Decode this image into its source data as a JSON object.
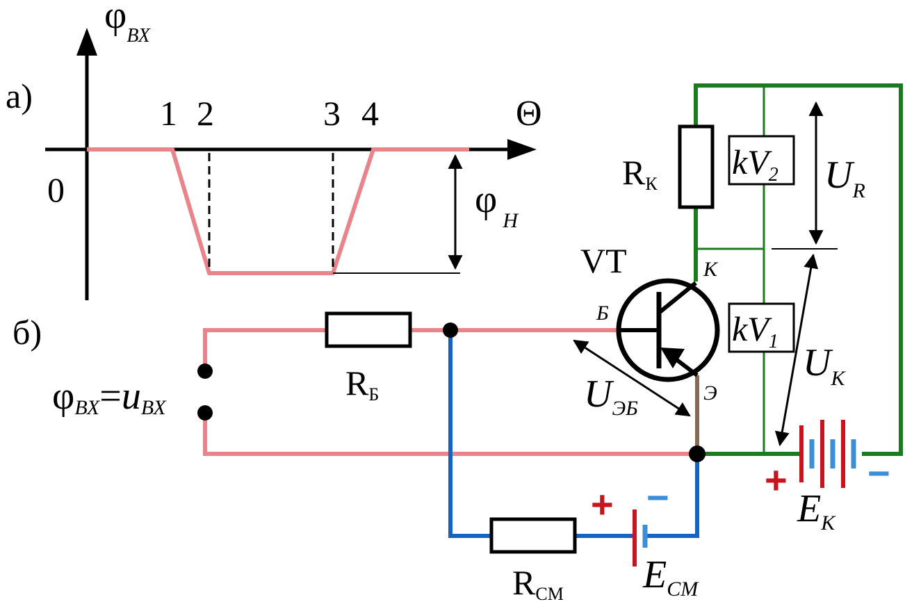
{
  "labels": {
    "part_a": "а)",
    "part_b": "б)",
    "phi_axis": "φ",
    "phi_axis_sub": "ВХ",
    "theta": "Θ",
    "origin": "0",
    "t1": "1",
    "t2": "2",
    "t3": "3",
    "t4": "4",
    "phi_n": "φ",
    "phi_n_sub": "Н",
    "rk": "R",
    "rk_sub": "К",
    "kv2": "kV",
    "kv2_sub": "2",
    "kv1": "kV",
    "kv1_sub": "1",
    "ur": "U",
    "ur_sub": "R",
    "uk": "U",
    "uk_sub": "К",
    "vt": "VT",
    "collector": "К",
    "base": "Б",
    "emitter": "Э",
    "ueb": "U",
    "ueb_sub": "ЭБ",
    "phi_in": "φ",
    "phi_in_sub": "ВХ",
    "equals": "=",
    "u_in": "u",
    "u_in_sub": "ВХ",
    "rb": "R",
    "rb_sub": "Б",
    "rsm": "R",
    "rsm_sub": "СМ",
    "esm": "E",
    "esm_sub": "СМ",
    "ek": "E",
    "ek_sub": "К",
    "plus": "+",
    "minus": "−"
  },
  "colors": {
    "pink": "#e8848a",
    "green": "#1e7a1e",
    "blue": "#1565c0",
    "brown": "#8b6a55",
    "red": "#c8141e",
    "light_blue": "#3a8fd6"
  }
}
